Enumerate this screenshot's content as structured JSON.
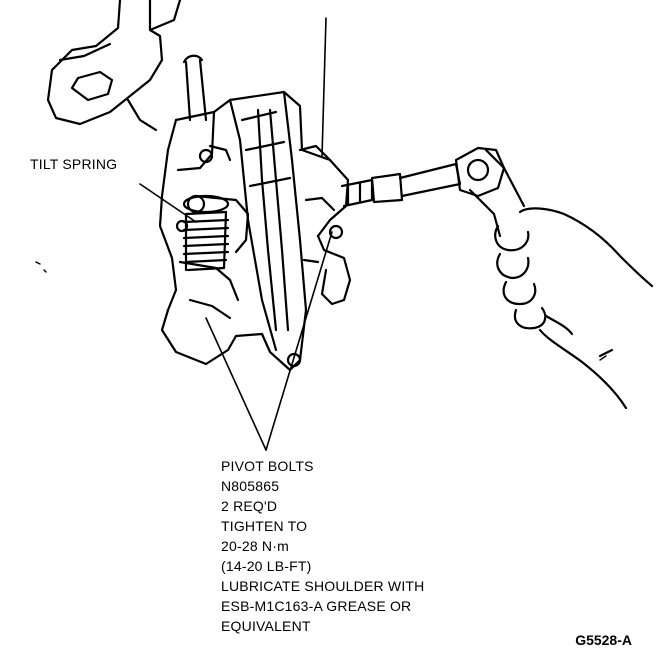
{
  "labels": {
    "tilt_spring": "TILT SPRING",
    "pivot_bolts": [
      "PIVOT BOLTS",
      "N805865",
      "2 REQ'D",
      "TIGHTEN TO",
      "20-28 N·m",
      "(14-20 LB-FT)",
      "LUBRICATE SHOULDER WITH",
      "ESB-M1C163-A GREASE OR",
      "EQUIVALENT"
    ]
  },
  "figure_id": "G5528-A",
  "colors": {
    "ink": "#000000",
    "paper": "#ffffff"
  },
  "icons": {
    "hand": "hand-icon",
    "ratchet": "ratchet-wrench-icon",
    "spring": "tilt-spring-icon"
  }
}
